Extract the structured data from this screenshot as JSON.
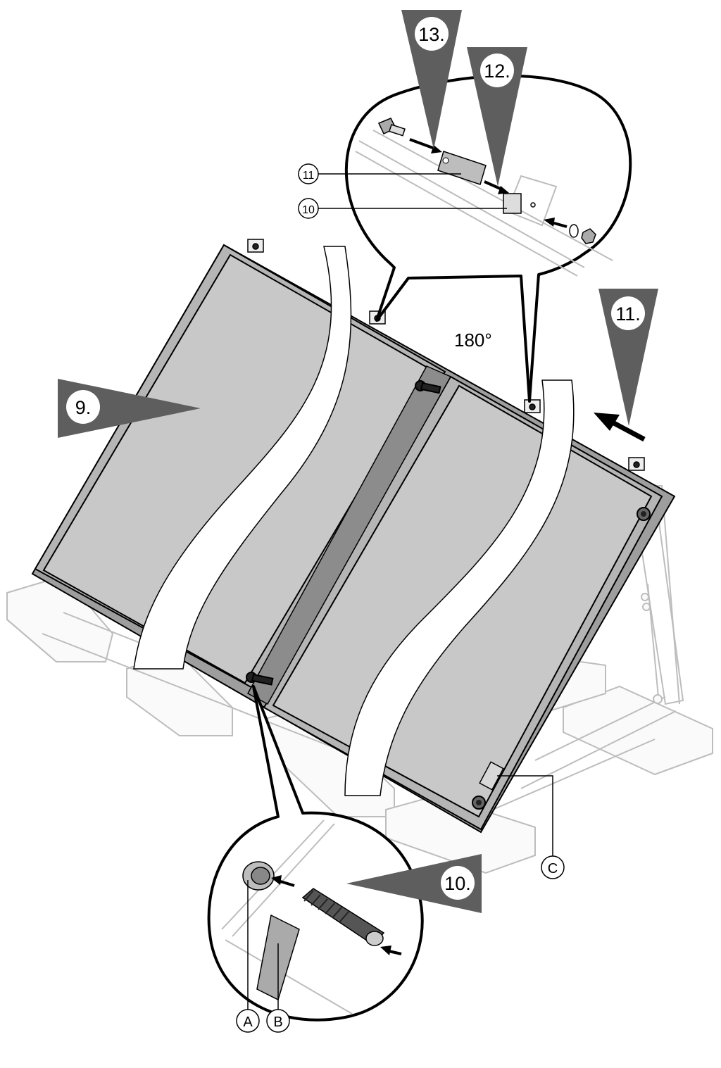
{
  "steps": {
    "s9": "9.",
    "s10": "10.",
    "s11": "11.",
    "s12": "12.",
    "s13": "13."
  },
  "angle_label": "180°",
  "callouts": {
    "c10": "10",
    "c11": "11",
    "A": "A",
    "B": "B",
    "C": "C"
  },
  "colors": {
    "step_marker": "#5e5e5e",
    "panel_fill": "#c8c8c8",
    "frame_fill": "#9e9e9e",
    "ghost_line": "#bdbdbd",
    "outline": "#000000"
  }
}
